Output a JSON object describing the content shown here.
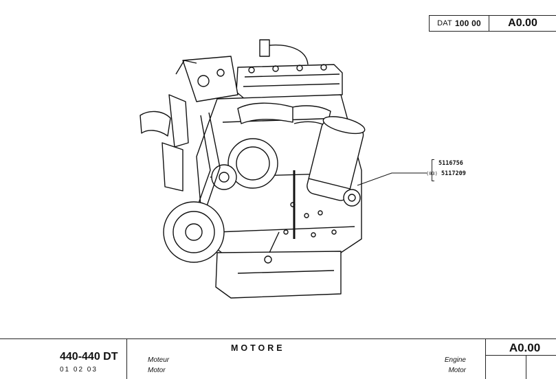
{
  "header": {
    "dat_prefix": "DAT",
    "dat_number": "100 00",
    "page_code": "A0.00"
  },
  "illustration": {
    "subject": "engine-assembly",
    "part_refs": {
      "line1": "5116756",
      "line2_tag": "(03)",
      "line2": "5117209"
    }
  },
  "footer": {
    "model": "440-440 DT",
    "variants": "01 02 03",
    "title_it": "MOTORE",
    "title_fr": "Moteur",
    "title_de": "Motor",
    "title_en": "Engine",
    "title_motor_right": "Motor",
    "page_code": "A0.00"
  }
}
